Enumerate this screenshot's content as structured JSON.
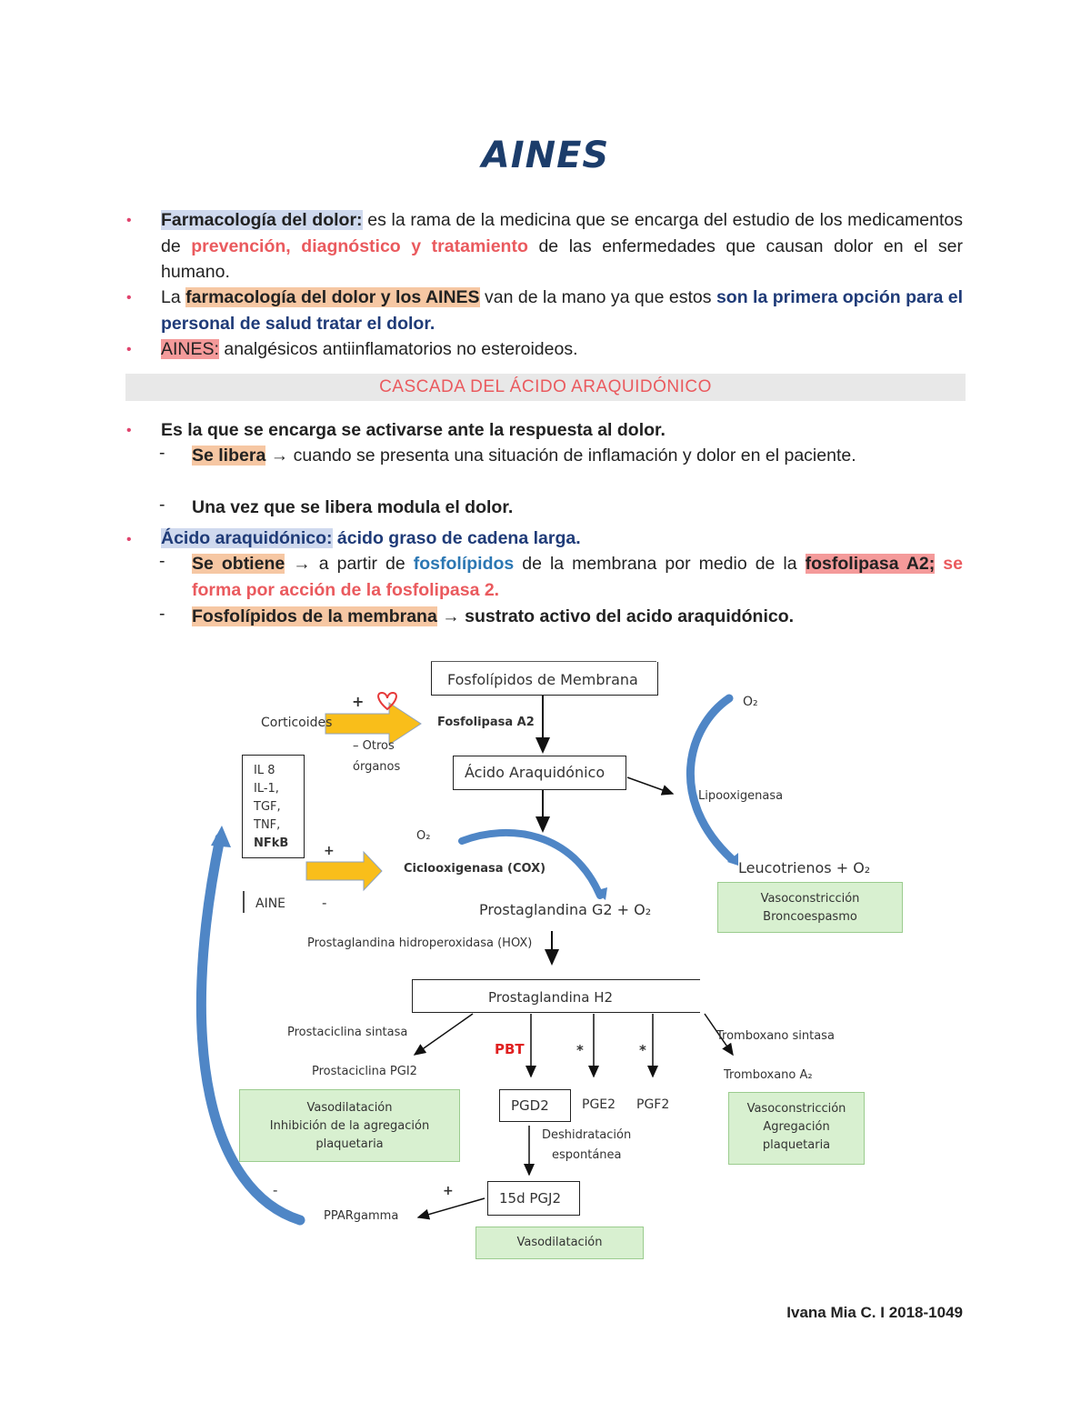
{
  "title": "AINES",
  "bullets1": {
    "b1_term": "Farmacología del dolor:",
    "b1_text1": " es la rama de la medicina que se encarga del estudio de los medicamentos de ",
    "b1_red": "prevención, diagnóstico y tratamiento",
    "b1_text2": " de las enfermedades que causan dolor en el ser humano.",
    "b2_pre": "La ",
    "b2_term": "farmacología del dolor y los AINES",
    "b2_text": " van de la mano ya que estos ",
    "b2_navy": "son la primera opción para el personal de salud tratar el dolor.",
    "b3_term": "AINES:",
    "b3_text": " analgésicos antiinflamatorios no esteroideos."
  },
  "section_title": "CASCADA DEL ÁCIDO ARAQUIDÓNICO",
  "bullets2": {
    "c1": "Es la que se encarga se activarse ante la respuesta al dolor.",
    "c1a_term": "Se libera",
    "c1a_text": " → cuando se presenta una situación de inflamación y dolor en el paciente.",
    "c1b": "Una vez que se libera modula el dolor.",
    "c2_term": "Ácido araquidónico:",
    "c2_text": " ácido graso de cadena larga.",
    "c2a_term": "Se obtiene",
    "c2a_text1": " → a partir de ",
    "c2a_teal": "fosfolípidos",
    "c2a_text2": " de la membrana por medio de la ",
    "c2a_hl": "fosfolipasa A2;",
    "c2a_red": " se forma por acción de la fosfolipasa 2.",
    "c2b_term": "Fosfolípidos de la membrana",
    "c2b_text": " → sustrato activo del acido araquidónico."
  },
  "diagram": {
    "fosfolipidos": "Fosfolípidos de Membrana",
    "plus_heart": "+",
    "corticoides": "Corticoides",
    "fosfolipasa": "Fosfolipasa A2",
    "otros": "– Otros",
    "organos": "órganos",
    "acido": "Ácido Araquidónico",
    "il_list": [
      "IL 8",
      "IL-1,",
      "TGF,",
      "TNF,",
      "NFkB"
    ],
    "o2_top": "O₂",
    "lipooxigenasa": "Lipooxigenasa",
    "o2_mid": "O₂",
    "plus_cox": "+",
    "cox": "Ciclooxigenasa (COX)",
    "aine": "AINE",
    "minus_aine": "-",
    "leucotrienos": "Leucotrienos + O₂",
    "vaso_bronco": [
      "Vasoconstricción",
      "Broncoespasmo"
    ],
    "pg_g2": "Prostaglandina G2 + O₂",
    "hox": "Prostaglandina hidroperoxidasa (HOX)",
    "pg_h2": "Prostaglandina H2",
    "prostaciclina_sintasa": "Prostaciclina sintasa",
    "tromboxano_sintasa": "Tromboxano sintasa",
    "pbt": "PBT",
    "star1": "*",
    "star2": "*",
    "prostaciclina_pgi2": "Prostaciclina PGI2",
    "tromboxano_a2": "Tromboxano A₂",
    "vasodil_inhib": [
      "Vasodilatación",
      "Inhibición de la agregación",
      "plaquetaria"
    ],
    "pgd2": "PGD2",
    "pge2": "PGE2",
    "pgf2": "PGF2",
    "vasocon_agreg": [
      "Vasoconstricción",
      "Agregación",
      "plaquetaria"
    ],
    "deshidratacion": "Deshidratación",
    "espontanea": "espontánea",
    "minus_left": "-",
    "plus_pgj": "+",
    "pgj2": "15d PGJ2",
    "ppar": "PPARgamma",
    "vasodil": "Vasodilatación"
  },
  "author": "Ivana Mia C. I 2018-1049"
}
